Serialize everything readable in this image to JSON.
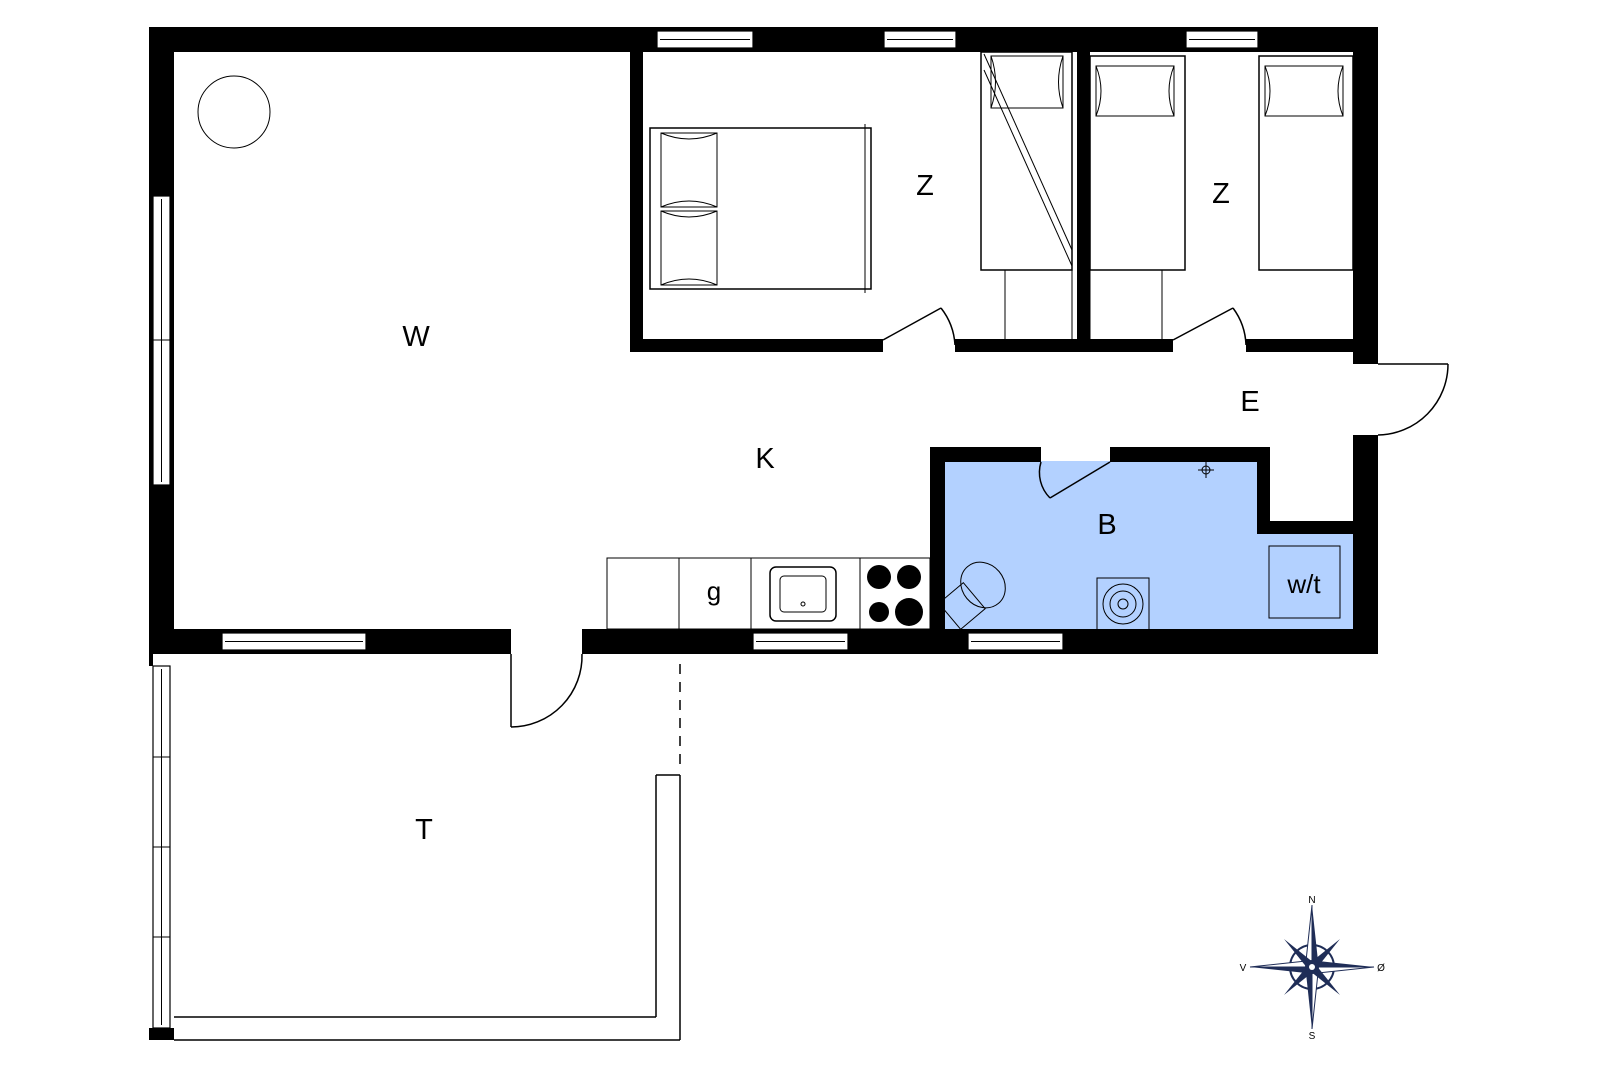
{
  "rooms": {
    "living": "W",
    "bedroom_1": "Z",
    "bedroom_2": "Z",
    "kitchen": "K",
    "entrance": "E",
    "bathroom": "B",
    "terrace": "T"
  },
  "fixtures": {
    "gas_stove_label": "g",
    "washer_dryer_label": "w/t"
  },
  "compass": {
    "north": "N",
    "south": "S",
    "west": "V",
    "east": "Ø"
  },
  "colors": {
    "wall": "#000000",
    "bathroom_fill": "#b3d1ff",
    "compass_accent": "#1f2d57"
  }
}
